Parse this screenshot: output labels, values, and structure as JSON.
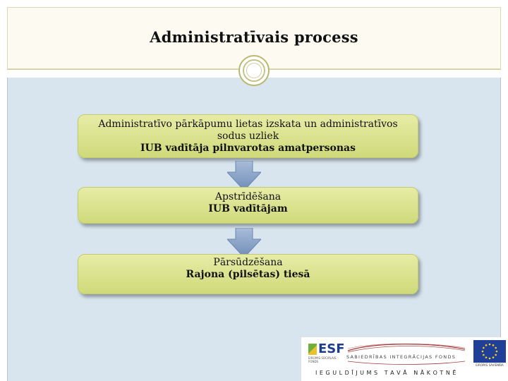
{
  "slide": {
    "title": "Administratīvais process"
  },
  "flow": {
    "steps": [
      {
        "lines": [
          "Administratīvo pārkāpumu lietas izskata un administratīvos",
          "sodus uzliek"
        ],
        "bold": "IUB vadītāja pilnvarotas amatpersonas"
      },
      {
        "lines": [
          "Apstrīdēšana"
        ],
        "bold": "IUB vadītājam"
      },
      {
        "lines": [
          "Pārsūdzēšana"
        ],
        "bold": "Rajona (pilsētas) tiesā"
      }
    ]
  },
  "footer": {
    "esf_logo": "ESF",
    "esf_subtext": "EIROPAS SOCIĀLAIS FONDS",
    "fund_name": "SABIEDRĪBAS INTEGRĀCIJAS FONDS",
    "eu_label": "EIROPAS SAVIENĪBA",
    "slogan": "I E G U L D Ī J U M S   T A V Ā   N Ā K O T N Ē"
  },
  "colors": {
    "box_fill": "#dce48f",
    "panel": "#d9e5ee",
    "arrow": "#7f9bc2",
    "eu_blue": "#1f3f98",
    "eu_star": "#f7d117"
  }
}
